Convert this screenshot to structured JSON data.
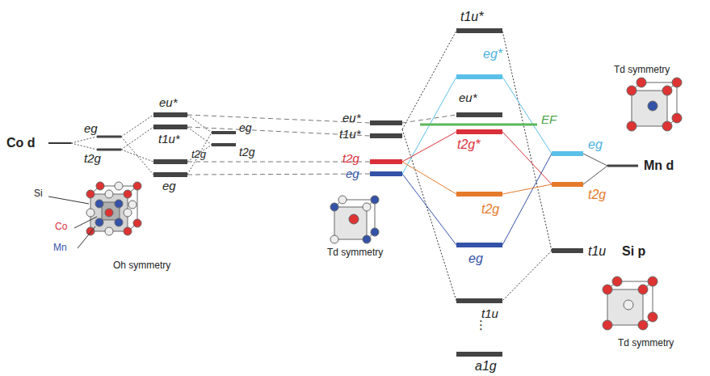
{
  "diagram": {
    "labels": [
      "Co d",
      "eg",
      "t2g",
      "eu*",
      "t1u*",
      "t2g",
      "eg",
      "eg",
      "t2g",
      "Si",
      "Co",
      "Mn",
      "Oh symmetry",
      "eu*",
      "t1u*",
      "t2g",
      "eg",
      "Td symmetry",
      "t1u*",
      "eg*",
      "eu*",
      "EF",
      "t2g*",
      "t2g",
      "eg",
      "t1u",
      "⋮",
      "a1g",
      "eg",
      "t2g",
      "Mn d",
      "t1u",
      "Si p",
      "Td symmetry",
      "Td symmetry"
    ]
  }
}
